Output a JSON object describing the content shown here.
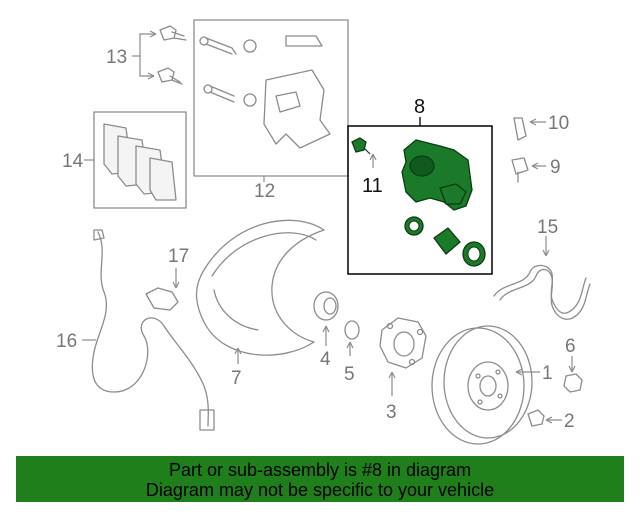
{
  "callouts": {
    "c1": "1",
    "c2": "2",
    "c3": "3",
    "c4": "4",
    "c5": "5",
    "c6": "6",
    "c7": "7",
    "c8": "8",
    "c9": "9",
    "c10": "10",
    "c11": "11",
    "c12": "12",
    "c13": "13",
    "c14": "14",
    "c15": "15",
    "c16": "16",
    "c17": "17"
  },
  "colors": {
    "highlight": "#1b7a2a",
    "banner": "#1f7f1a",
    "line": "#8c8c8c"
  },
  "banner": {
    "line1": "Part or sub-assembly is #8 in diagram",
    "line2": "Diagram may not be specific to your vehicle"
  }
}
